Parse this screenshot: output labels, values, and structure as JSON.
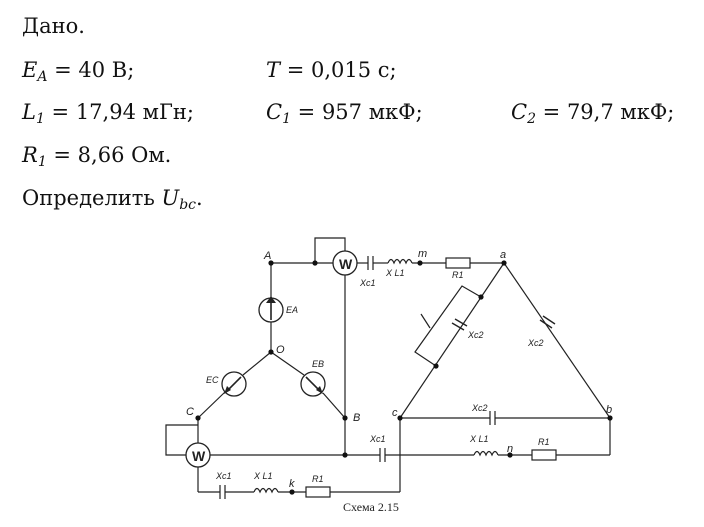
{
  "problem": {
    "given_label": "Дано.",
    "ea": {
      "sym": "E",
      "sub": "A",
      "rest": " = 40 В;"
    },
    "t": {
      "sym": "T",
      "rest": " = 0,015 с;"
    },
    "l1": {
      "sym": "L",
      "sub": "1",
      "rest": " = 17,94 мГн;"
    },
    "c1": {
      "sym": "C",
      "sub": "1",
      "rest": " = 957 мкФ;"
    },
    "c2": {
      "sym": "C",
      "sub": "2",
      "rest": " = 79,7 мкФ;"
    },
    "r1": {
      "sym": "R",
      "sub": "1",
      "rest": " = 8,66 Ом."
    },
    "find": {
      "text": "Определить ",
      "sym": "U",
      "sub": "bc",
      "end": "."
    }
  },
  "circuit": {
    "caption": "Схема 2.15",
    "node_A": "A",
    "node_B": "B",
    "node_C": "C",
    "node_O": "O",
    "node_a": "a",
    "node_b": "b",
    "node_c": "c",
    "node_m": "m",
    "node_n": "n",
    "node_k": "k",
    "wattmeter": "W",
    "emf_A": "EA",
    "emf_B": "EB",
    "emf_C": "EC",
    "xc1": "Xc1",
    "xl1": "X L1",
    "r1": "R1",
    "xc2": "Xc2"
  }
}
